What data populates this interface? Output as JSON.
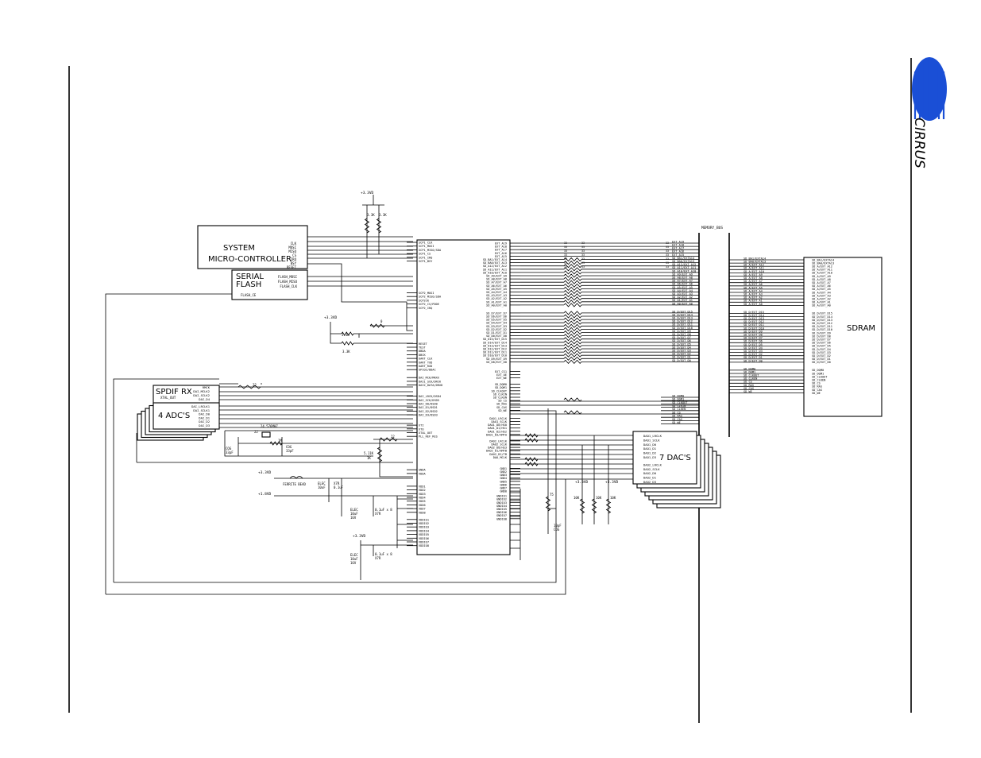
{
  "logo": {
    "text": "CIRRUS",
    "color": "#1a4fd6"
  },
  "blocks": {
    "system_mcu": {
      "line1": "SYSTEM",
      "line2": "MICRO-CONTROLLER",
      "pins": [
        "CLK",
        "MOSI",
        "MISO",
        "CS",
        "IRQ",
        "BSY",
        "RESET"
      ]
    },
    "serial_flash": {
      "line1": "SERIAL",
      "line2": "FLASH",
      "pins": [
        "FLASH_MOSI",
        "FLASH_MISO",
        "FLASH_CLK"
      ],
      "cs": "FLASH_CE"
    },
    "spdif_rx": {
      "label": "SPDIF RX",
      "pins": [
        "RMCK",
        "DAI_MCLK2",
        "DAI_SCLK2",
        "DAI_D4"
      ],
      "xtal": "XTAL_OUT"
    },
    "adcs": {
      "label": "4 ADC'S",
      "pins": [
        "DAI_LRCLK1",
        "DAI_SCLK1",
        "DAI_D0",
        "DAI_D1",
        "DAI_D2",
        "DAI_D3"
      ]
    },
    "dacs": {
      "label": "7 DAC'S",
      "pins": [
        "DAO1_LRCLK",
        "DAO1_SCLK",
        "DAO1_D0",
        "DAO1_D1",
        "DAO1_D2",
        "DAO1_D3",
        "DAO2_LRCLK",
        "DAO2_SCLK",
        "DAO2_D0",
        "DAO2_D1",
        "DAO2_D3"
      ]
    },
    "sdram": {
      "label": "SDRAM"
    }
  },
  "bus": {
    "label": "MEMORY_BUS"
  },
  "power": {
    "v33": "+3.3VD",
    "v18": "+1.8VD"
  },
  "values": {
    "r33k": "3.3K",
    "r22": "22",
    "r0": "0",
    "r33": "33",
    "r10k": "10K",
    "r75": "75",
    "r1m": "1M",
    "r511k": "5.11K",
    "r1k": "1K",
    "xtal": "24.576MHZ",
    "c33pf": "33pF",
    "cog": "COG",
    "ferrite": "FERRITE BEAD",
    "elec": "ELEC",
    "cap10u": "10uF",
    "cap16v": "16V",
    "cap01u": "0.1uF",
    "x7r": "X7R",
    "c01x8": "0.1uF x 8",
    "c10pf": "10pF",
    "cog2": "COG"
  },
  "dsp_left_pins": [
    "SCP1_CLK",
    "SCP1_MOSI",
    "SCP1_MISO/SDA",
    "SCP1_CS",
    "SCP1_IRQ",
    "SCP1_BSY",
    "SCP2_MOSI",
    "SCP2_MISO/SDA",
    "SCP2CK",
    "SCP2_CS/PDDE",
    "SCP2_IRQ",
    "RESET",
    "TEST",
    "DBDA",
    "DBCK",
    "UART_CLK",
    "UART_TXD",
    "UART_RXD",
    "GPIO2/DDAC",
    "DAI_MCK/MRXX",
    "DAI1_SCK/DRCK",
    "DAI2_DATA/DRXD",
    "DAI_LRCK/DSD4",
    "DAI_SCK/DSD5",
    "DAI_D0/DSD0",
    "DAI_D1/DSD1",
    "DAI_D2/DSD2",
    "DAI_D3/DSD3",
    "XTI",
    "XTO",
    "XTAL_OUT",
    "PLL_REF_RES",
    "GNDA",
    "VDDA",
    "VDD1",
    "VDD2",
    "VDD3",
    "VDD4",
    "VDD5",
    "VDD6",
    "VDD7",
    "VDD8",
    "VDDIO1",
    "VDDIO2",
    "VDDIO3",
    "VDDIO4",
    "VDDIO5",
    "VDDIO6",
    "VDDIO7",
    "VDDIO8"
  ],
  "dsp_right_pins": [
    "EXT_A19",
    "EXT_A18",
    "EXT_A17",
    "EXT_A16",
    "EXT_A15",
    "SD_BA1/EXT_A14",
    "SD_BA0/EXT_A13",
    "SD_A12/EXT_A12",
    "SD_A11/EXT_A11",
    "SD_A10/EXT_A10",
    "SD_A9/EXT_A9",
    "SD_A8/EXT_A8",
    "SD_A7/EXT_A7",
    "SD_A6/EXT_A6",
    "SD_A5/EXT_A5",
    "SD_A4/EXT_A4",
    "SD_A3/EXT_A3",
    "SD_A2/EXT_A2",
    "SD_A1/EXT_A1",
    "SD_A0/EXT_A0",
    "SD_D7/EXT_D7",
    "SD_D6/EXT_D6",
    "SD_D5/EXT_D5",
    "SD_D4/EXT_D4",
    "SD_D3/EXT_D3",
    "SD_D2/EXT_D2",
    "SD_D1/EXT_D1",
    "SD_D0/EXT_D0",
    "SD_D15/EXT_D15",
    "SD_D14/EXT_D14",
    "SD_D13/EXT_D13",
    "SD_D12/EXT_D12",
    "SD_D11/EXT_D11",
    "SD_D10/EXT_D10",
    "SD_D9/EXT_D9",
    "SD_D8/EXT_D8",
    "EXT_CS1",
    "EXT_OE",
    "EXT_WE",
    "SD_DQM0",
    "SD_DQM1",
    "SD_CLKOUT",
    "SD_CLKIN",
    "SD_CLKEN",
    "SD_CS",
    "SD_RAS",
    "SD_CAS",
    "SD_WE",
    "DAO1_LRCLK",
    "DAO1_SCLK",
    "DAO1_D0/HS0",
    "DAO1_D1/HS1",
    "DAO1_D2/HS2",
    "DAO1_D3/XMTA",
    "DAO2_LRCLK",
    "DAO2_SCLK",
    "DAO2_D0/HS3",
    "DAO2_D1/XMTB",
    "DAO2_D2/TB",
    "DAO_MCLK",
    "GND1",
    "GND2",
    "GND3",
    "GND4",
    "GND5",
    "GND6",
    "GND7",
    "GND8",
    "GNDIO1",
    "GNDIO2",
    "GNDIO3",
    "GNDIO4",
    "GNDIO5",
    "GNDIO6",
    "GNDIO7",
    "GNDIO8"
  ],
  "bus_signals": [
    "EXT_A19",
    "EXT_A18",
    "EXT_A17",
    "EXT_A16",
    "EXT_A15",
    "SD_BA1/EXTA14",
    "SD_BA0/EXTA13",
    "SD_A12/EXT_A12",
    "SD_A11/EXT_A11",
    "SD_A10/EXT_A10",
    "SD_A9/EXT_A9",
    "SD_A8/EXT_A8",
    "SD_A7/EXT_A7",
    "SD_A6/EXT_A6",
    "SD_A5/EXT_A5",
    "SD_A4/EXT_A4",
    "SD_A3/EXT_A3",
    "SD_A2/EXT_A2",
    "SD_A1/EXT_A1",
    "SD_A0/EXT_A0",
    "SD_D/EXT_D15",
    "SD_D/EXT_D14",
    "SD_D/EXT_D13",
    "SD_D/EXT_D12",
    "SD_D/EXT_D11",
    "SD_D/EXT_D10",
    "SD_D/EXT_D9",
    "SD_D/EXT_D8",
    "SD_D/EXT_D7",
    "SD_D/EXT_D6",
    "SD_D/EXT_D5",
    "SD_D/EXT_D4",
    "SD_D/EXT_D3",
    "SD_D/EXT_D2",
    "SD_D/EXT_D1",
    "SD_D/EXT_D0"
  ],
  "ctrl_signals": [
    "SD_DQM0",
    "SD_DQM1",
    "SD_CLKOUT",
    "SD_CLKIN",
    "SD_CLKEN",
    "SD_CS",
    "SD_RAS",
    "SD_CAS",
    "SD_WE"
  ],
  "sdram_addr": [
    "SD_BA1/EXTA14",
    "SD_BA0/EXTA13",
    "SD_A/EXT_A12",
    "SD_A/EXT_A11",
    "SD_A/EXT_A10",
    "SD_A/EXT_A9",
    "SD_A/EXT_A8",
    "SD_A/EXT_A7",
    "SD_A/EXT_A6",
    "SD_A/EXT_A5",
    "SD_A/EXT_A4",
    "SD_A/EXT_A3",
    "SD_A/EXT_A2",
    "SD_A/EXT_A1",
    "SD_A/EXT_A0",
    "SD_D/EXT_D15",
    "SD_D/EXT_D14",
    "SD_D/EXT_D13",
    "SD_D/EXT_D12",
    "SD_D/EXT_D11",
    "SD_D/EXT_D10",
    "SD_D/EXT_D9",
    "SD_D/EXT_D8",
    "SD_D/EXT_D7",
    "SD_D/EXT_D6",
    "SD_D/EXT_D5",
    "SD_D/EXT_D4",
    "SD_D/EXT_D3",
    "SD_D/EXT_D2",
    "SD_D/EXT_D1",
    "SD_D/EXT_D0",
    "SD_DQM0",
    "SD_DQM1",
    "SD_CLKOUT",
    "SD_CLKEN",
    "SD_CS",
    "SD_RAS",
    "SD_CAS",
    "SD_WE"
  ]
}
